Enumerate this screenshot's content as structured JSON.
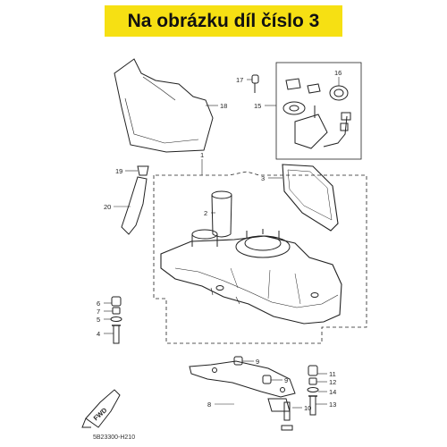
{
  "banner": {
    "text": "Na obrázku díl číslo 3",
    "color": "#f6e013"
  },
  "callouts": [
    "1",
    "2",
    "3",
    "4",
    "5",
    "6",
    "7",
    "8",
    "9",
    "9",
    "10",
    "11",
    "12",
    "13",
    "14",
    "15",
    "16",
    "17",
    "18",
    "19",
    "20"
  ],
  "fwd_label": "FWD",
  "diagram_code": "5B23300-H210"
}
